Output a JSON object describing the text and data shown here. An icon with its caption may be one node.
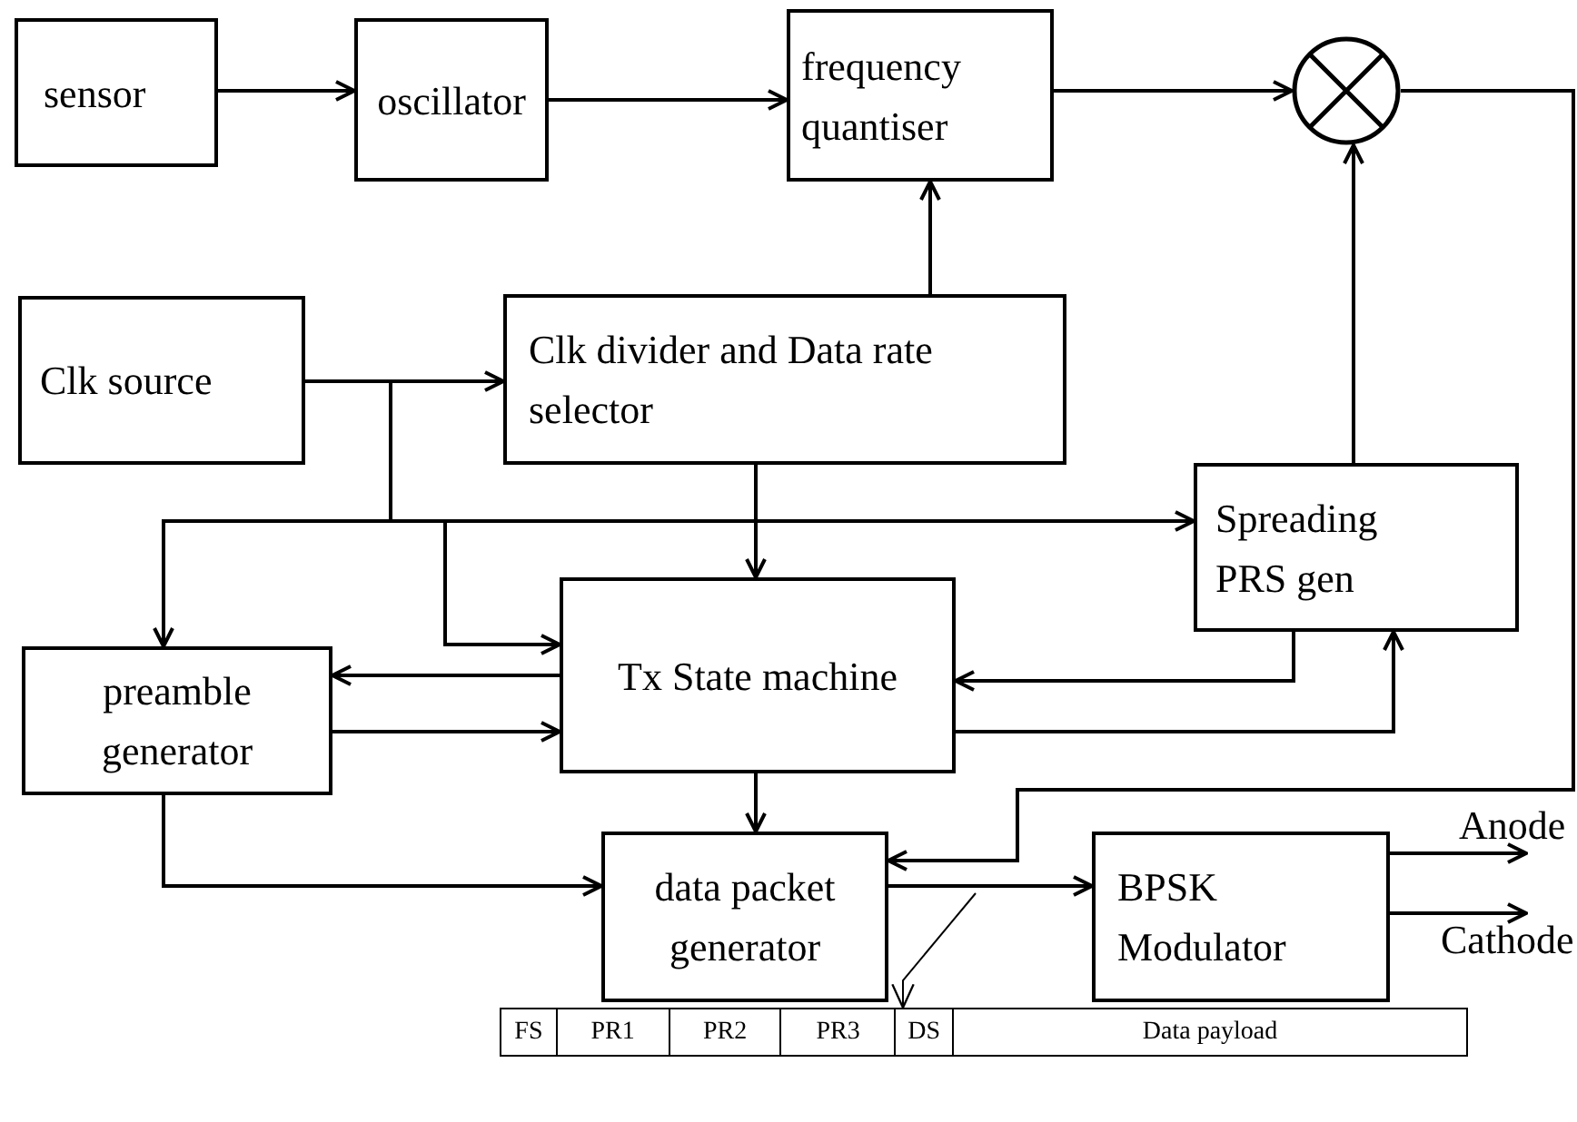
{
  "diagram": {
    "nodes": [
      {
        "text": [
          "sensor"
        ]
      },
      {
        "text": [
          "oscillator"
        ]
      },
      {
        "text": [
          "frequency quantiser"
        ]
      },
      {
        "text": [],
        "shape": "circle"
      },
      {
        "text": [
          "Clk source"
        ]
      },
      {
        "text": [
          "Clk divider and Data rate selector"
        ]
      },
      {
        "text": [
          "Spreading PRS gen"
        ]
      },
      {
        "text": [
          "preamble generator"
        ]
      },
      {
        "text": [
          "Tx State machine"
        ]
      },
      {
        "text": [
          "data packet generator"
        ]
      },
      {
        "text": [
          "BPSK Modulator"
        ]
      },
      {
        "text": [
          "FS",
          "PR1",
          "PR2",
          "PR3",
          "DS",
          "Data payload"
        ]
      }
    ],
    "edges": [
      {
        "from": 0,
        "to": 1,
        "arrow": "to"
      },
      {
        "from": 1,
        "to": 2,
        "arrow": "to"
      },
      {
        "from": 2,
        "to": 3,
        "arrow": "to"
      },
      {
        "from": 3,
        "to": 9,
        "arrow": "to"
      },
      {
        "from": 4,
        "to": 5,
        "arrow": "to"
      },
      {
        "from": 4,
        "to": 7,
        "arrow": "to"
      },
      {
        "from": 4,
        "to": 8,
        "arrow": "to"
      },
      {
        "from": 4,
        "to": 6,
        "arrow": "to"
      },
      {
        "from": 5,
        "to": 2,
        "arrow": "to"
      },
      {
        "from": 5,
        "to": 8,
        "arrow": "to"
      },
      {
        "from": 6,
        "to": 3,
        "arrow": "to"
      },
      {
        "from": 8,
        "to": 7,
        "arrow": "to"
      },
      {
        "from": 7,
        "to": 8,
        "arrow": "to"
      },
      {
        "from": 6,
        "to": 8,
        "arrow": "to"
      },
      {
        "from": 8,
        "to": 6,
        "arrow": "to"
      },
      {
        "from": 8,
        "to": 9,
        "arrow": "to"
      },
      {
        "from": 7,
        "to": 9,
        "arrow": "to"
      },
      {
        "from": 9,
        "to": 10,
        "arrow": "to"
      },
      {
        "from": 10,
        "to": null,
        "arrow": "to",
        "label": "Anode"
      },
      {
        "from": 10,
        "to": null,
        "arrow": "to",
        "label": "Cathode"
      },
      {
        "from": null,
        "to": 11,
        "arrow": "to"
      }
    ]
  }
}
